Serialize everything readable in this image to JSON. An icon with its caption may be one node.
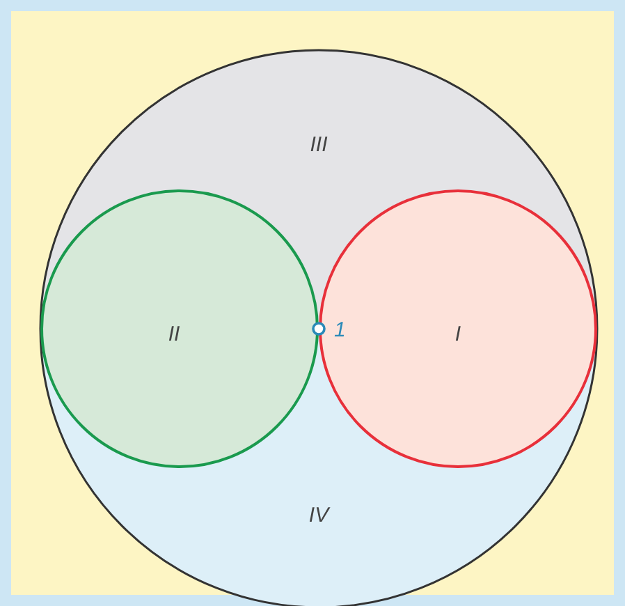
{
  "diagram": {
    "nodes": [
      {
        "text": [
          "III"
        ]
      },
      {
        "text": [
          "II"
        ]
      },
      {
        "text": [
          "I"
        ]
      },
      {
        "text": [
          "IV"
        ]
      },
      {
        "text": [],
        "shape": "circle",
        "beside": [
          "1"
        ]
      }
    ],
    "edges": []
  }
}
